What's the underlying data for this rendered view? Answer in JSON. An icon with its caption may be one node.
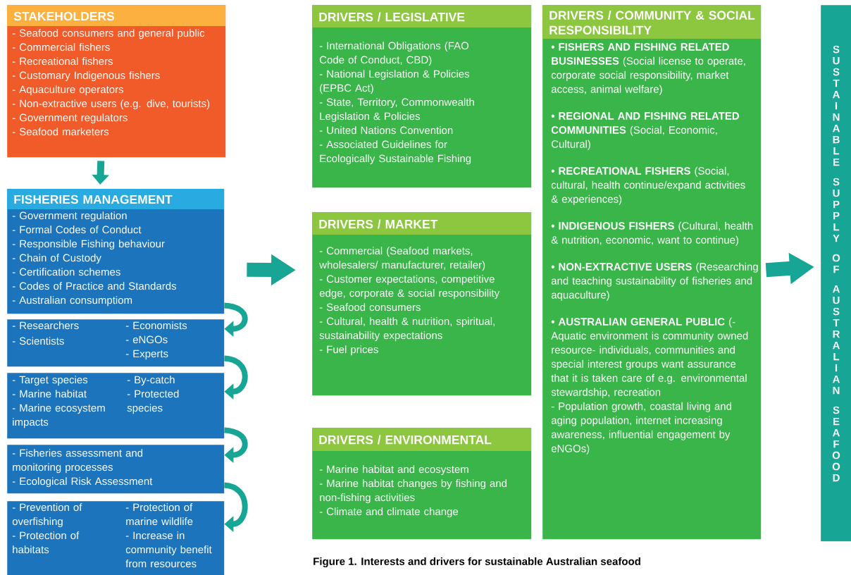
{
  "diagram": {
    "caption": "Figure 1.  Interests and drivers for sustainable Australian seafood",
    "nodes": [
      {
        "text": [
          "STAKEHOLDERS",
          "- Seafood consumers and general public",
          "- Commercial fishers",
          "- Recreational fishers",
          "- Customary Indigenous fishers",
          "- Aquaculture operators",
          "- Non-extractive users (e.g. dive, tourists)",
          "- Government regulators",
          "- Seafood marketers"
        ]
      },
      {
        "text": [
          "FISHERIES MANAGEMENT",
          "- Government regulation",
          "- Formal Codes of Conduct",
          "- Responsible Fishing behaviour",
          "- Chain of Custody",
          "- Certification schemes",
          "- Codes of Practice and Standards",
          "- Australian consumptiom"
        ]
      },
      {
        "text": [
          "- Researchers",
          "- Scientists",
          "- Economists",
          "- eNGOs",
          "- Experts"
        ]
      },
      {
        "text": [
          "- Target species",
          "- Marine habitat",
          "- Marine ecosystem impacts",
          "- By-catch",
          "- Protected species"
        ]
      },
      {
        "text": [
          "- Fisheries assessment and monitoring processes",
          "- Ecological Risk Assessment"
        ]
      },
      {
        "text": [
          "- Prevention of overfishing",
          "- Protection of habitats",
          "- Protection of marine wildlife",
          "- Increase in community benefit from resources"
        ]
      },
      {
        "text": [
          "DRIVERS / LEGISLATIVE",
          "- International Obligations (FAO Code of Conduct, CBD)",
          "- National Legislation & Policies (EPBC Act)",
          "- State, Territory, Commonwealth Legislation & Policies",
          "- United Nations Convention",
          "- Associated Guidelines for Ecologically Sustainable Fishing"
        ]
      },
      {
        "text": [
          "DRIVERS / MARKET",
          "- Commercial (Seafood markets, wholesalers/ manufacturer, retailer)",
          "- Customer expectations, competitive edge, corporate & social responsibility",
          "- Seafood consumers",
          "- Cultural, health & nutrition, spiritual, sustainability expectations",
          "- Fuel prices"
        ]
      },
      {
        "text": [
          "DRIVERS / ENVIRONMENTAL",
          "- Marine habitat and ecosystem",
          "- Marine habitat changes by fishing and non-fishing activities",
          "- Climate and climate change"
        ]
      },
      {
        "text": [
          "DRIVERS / COMMUNITY & SOCIAL RESPONSIBILITY",
          "**• FISHERS AND FISHING RELATED BUSINESSES** (Social license to operate, corporate social responsibility, market access, animal welfare)",
          "**• REGIONAL AND FISHING RELATED COMMUNITIES** (Social, Economic, Cultural)",
          "**• RECREATIONAL FISHERS** (Social, cultural, health continue/expand activities & experiences)",
          "**• INDIGENOUS FISHERS** (Cultural, health & nutrition, economic, want to continue)",
          "**• NON-EXTRACTIVE USERS** (Researching and teaching sustainability of fisheries and aquaculture)",
          "**• AUSTRALIAN GENERAL PUBLIC** (- Aquatic environment is community owned resource- individuals, communities and special interest groups want assurance that it is taken care of e.g. environmental stewardship, recreation",
          "- Population growth, coastal living and aging population, internet increasing awareness, influential engagement by eNGOs)"
        ]
      },
      {
        "text": [
          "SUSTAINABLE SUPPLY OF AUSTRALIAN SEAFOOD"
        ]
      }
    ],
    "edges": [
      {
        "from": 0,
        "to": 1,
        "arrow": "to"
      },
      {
        "from": 1,
        "to": 2,
        "arrow": "to"
      },
      {
        "from": 2,
        "to": 3,
        "arrow": "to"
      },
      {
        "from": 3,
        "to": 4,
        "arrow": "to"
      },
      {
        "from": 4,
        "to": 5,
        "arrow": "to"
      },
      {
        "from": 1,
        "to": 7,
        "arrow": "to",
        "style": "thick"
      },
      {
        "from": 9,
        "to": 10,
        "arrow": "to",
        "style": "thick"
      }
    ]
  }
}
